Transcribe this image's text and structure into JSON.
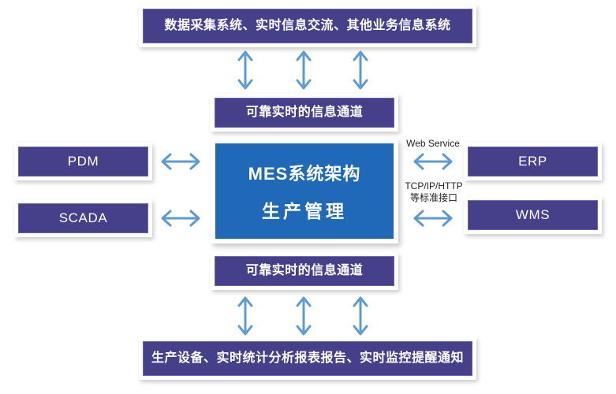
{
  "diagram": {
    "title_center": {
      "line1": "MES系统架构",
      "line2": "生产管理"
    },
    "top_box": {
      "label": "数据采集系统、实时信息交流、其他业务信息系统"
    },
    "bottom_box": {
      "label": "生产设备、实时统计分析报表报告、实时监控提醒通知"
    },
    "channel_top": {
      "label": "可靠实时的信息通道"
    },
    "channel_bottom": {
      "label": "可靠实时的信息通道"
    },
    "left_boxes": [
      {
        "label": "PDM"
      },
      {
        "label": "SCADA"
      }
    ],
    "right_boxes": [
      {
        "label": "ERP"
      },
      {
        "label": "WMS"
      }
    ],
    "connector_labels": {
      "web_service": "Web Service",
      "tcp_line1": "TCP/IP/HTTP",
      "tcp_line2": "等标准接口"
    },
    "colors": {
      "purple": "#46408a",
      "blue": "#2069b8",
      "arrow": "#5b9bd5",
      "background": "#ffffff",
      "text": "#ffffff"
    }
  }
}
